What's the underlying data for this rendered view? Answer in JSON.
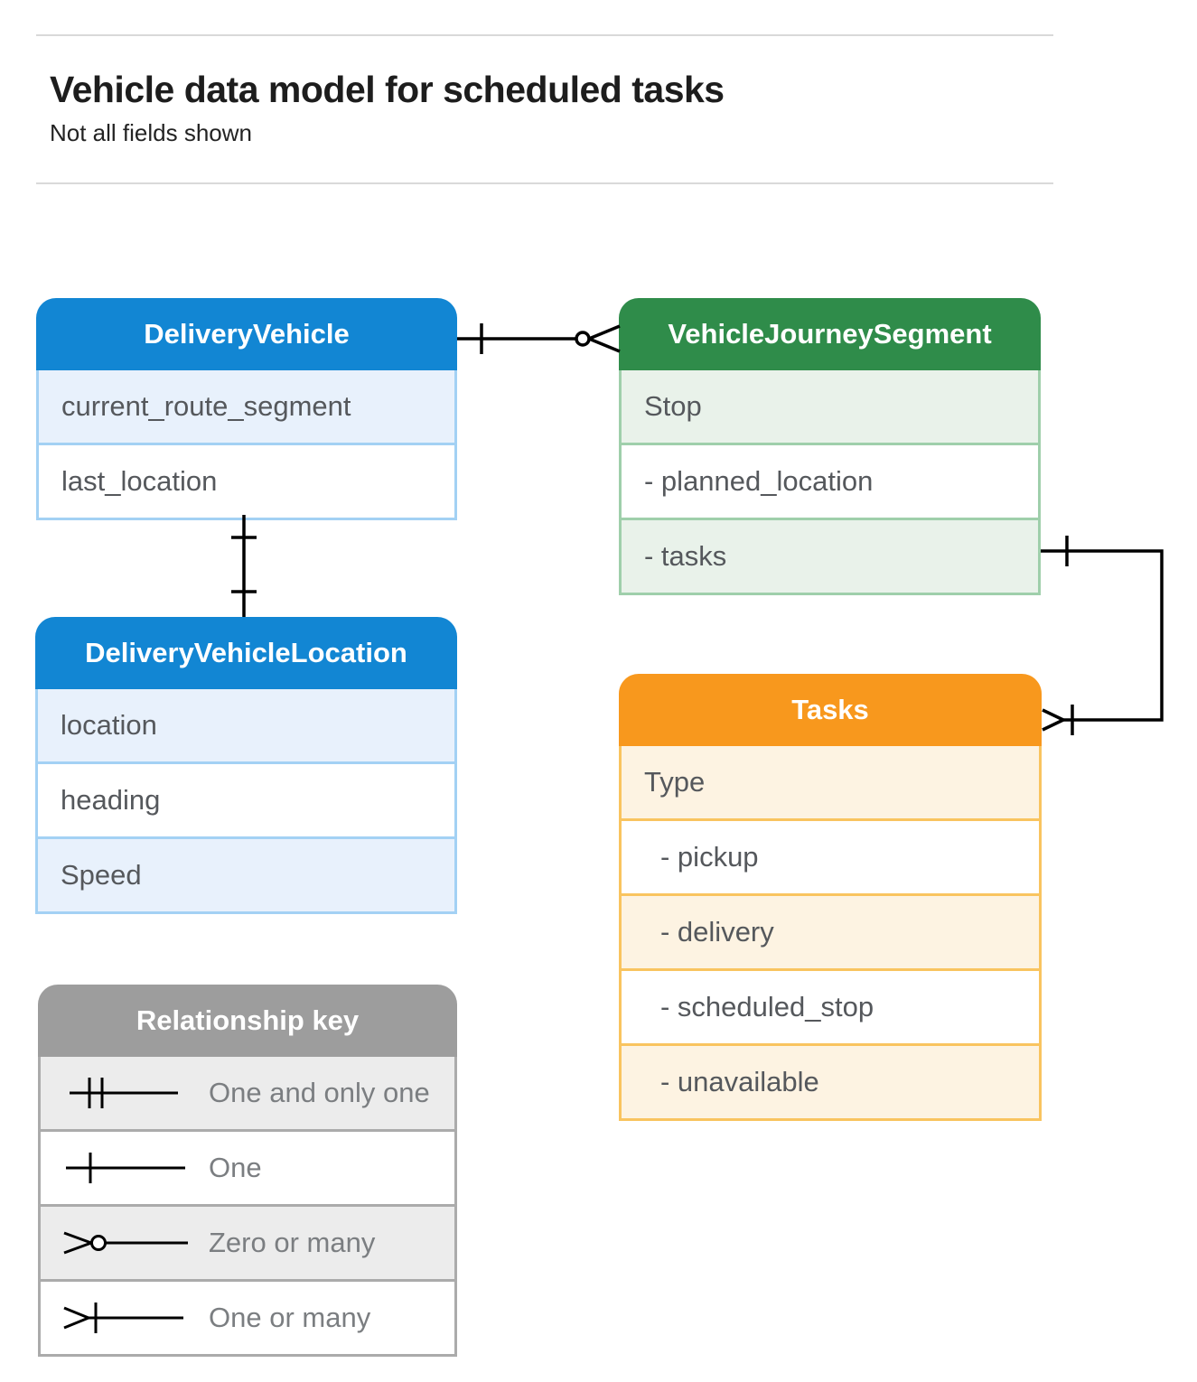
{
  "header": {
    "title": "Vehicle data model for scheduled tasks",
    "subtitle": "Not all fields shown"
  },
  "entities": {
    "delivery_vehicle": {
      "title": "DeliveryVehicle",
      "rows": [
        "current_route_segment",
        "last_location"
      ]
    },
    "vehicle_journey_segment": {
      "title": "VehicleJourneySegment",
      "rows": [
        "Stop",
        "- planned_location",
        "- tasks"
      ]
    },
    "delivery_vehicle_location": {
      "title": "DeliveryVehicleLocation",
      "rows": [
        "location",
        "heading",
        "Speed"
      ]
    },
    "tasks": {
      "title": "Tasks",
      "rows": [
        "Type",
        "- pickup",
        "- delivery",
        "- scheduled_stop",
        "- unavailable"
      ]
    }
  },
  "legend": {
    "title": "Relationship key",
    "items": [
      {
        "symbol": "one-and-only-one-symbol",
        "label": "One and only one"
      },
      {
        "symbol": "one-symbol",
        "label": "One"
      },
      {
        "symbol": "zero-or-many-symbol",
        "label": "Zero or many"
      },
      {
        "symbol": "one-or-many-symbol",
        "label": "One or many"
      }
    ]
  },
  "relationships": [
    {
      "from": "DeliveryVehicle",
      "to": "VehicleJourneySegment",
      "from_cardinality": "one",
      "to_cardinality": "zero-or-many"
    },
    {
      "from": "DeliveryVehicle",
      "to": "DeliveryVehicleLocation",
      "from_cardinality": "one",
      "to_cardinality": "one"
    },
    {
      "from": "VehicleJourneySegment.tasks",
      "to": "Tasks",
      "from_cardinality": "one",
      "to_cardinality": "one-or-many"
    }
  ],
  "colors": {
    "blue_header": "#1286d3",
    "blue_tint": "#e8f1fc",
    "blue_border": "#a3d1f4",
    "green_header": "#2f8c4a",
    "green_tint": "#e9f2ea",
    "green_border": "#9fcfab",
    "orange_header": "#f8981d",
    "orange_tint": "#fdf3e2",
    "orange_border": "#f9c45f",
    "gray_header": "#9d9d9d",
    "gray_tint": "#ececec",
    "connector": "#000000",
    "row_text": "#55585c"
  }
}
